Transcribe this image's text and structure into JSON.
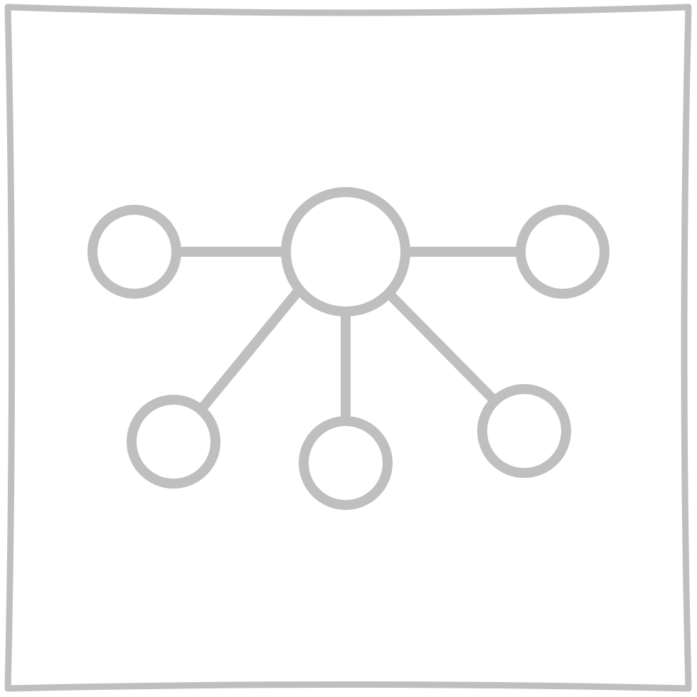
{
  "icon": {
    "name": "network-hub-icon",
    "stroke_color": "#bfbfbf",
    "background_color": "#ffffff",
    "frame": "hand-drawn-square",
    "hub": "center-circle",
    "nodes": [
      "node-left",
      "node-right",
      "node-bottom-left",
      "node-bottom-center",
      "node-bottom-right"
    ]
  }
}
